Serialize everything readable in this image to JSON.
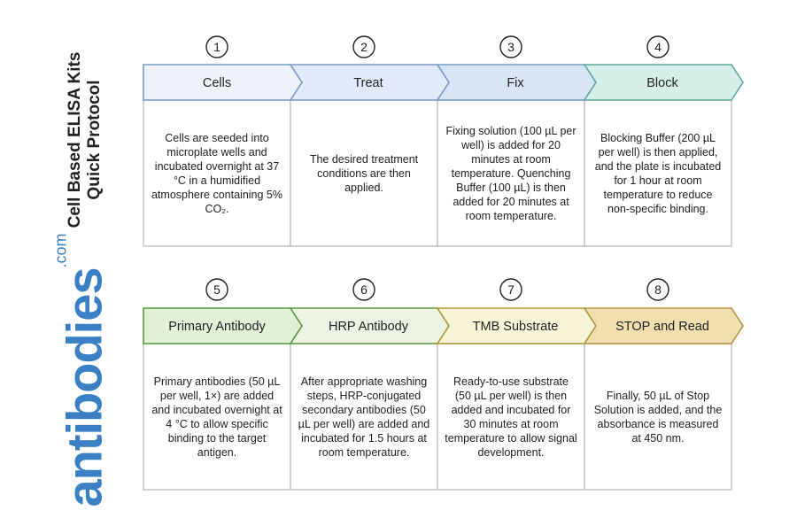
{
  "title": {
    "line1": "Cell Based ELISA Kits",
    "line2": "Quick Protocol"
  },
  "logo": {
    "name": "antibodies",
    "suffix": ".com",
    "color": "#3b7fc4"
  },
  "steps": [
    {
      "number": "1",
      "label": "Cells",
      "fill": "#eef3fa",
      "stroke": "#7a9cc6",
      "text": "Cells are seeded into microplate wells and incubated overnight at 37 °C in a humidified atmosphere containing 5% CO₂."
    },
    {
      "number": "2",
      "label": "Treat",
      "fill": "#e0eaf8",
      "stroke": "#7a9cc6",
      "text": "The desired treatment conditions are then applied."
    },
    {
      "number": "3",
      "label": "Fix",
      "fill": "#d8e5f7",
      "stroke": "#7a9cc6",
      "text": "Fixing solution (100 µL per well) is added for 20 minutes at room temperature. Quenching Buffer (100 µL) is then added for 20 minutes at room temperature."
    },
    {
      "number": "4",
      "label": "Block",
      "fill": "#d6efe9",
      "stroke": "#5fa89a",
      "text": "Blocking Buffer (200 µL per well) is then applied, and the plate is incubated for 1 hour at room temperature to reduce non-specific binding."
    },
    {
      "number": "5",
      "label": "Primary Antibody",
      "fill": "#e2f0d8",
      "stroke": "#5a9a3c",
      "text": "Primary antibodies (50 µL per well, 1×) are added and incubated overnight at 4 °C to allow specific binding to the target antigen."
    },
    {
      "number": "6",
      "label": "HRP Antibody",
      "fill": "#ebf4e2",
      "stroke": "#5a9a3c",
      "text": "After appropriate washing steps, HRP-conjugated secondary antibodies (50 µL per well) are added and incubated for 1.5 hours at room temperature."
    },
    {
      "number": "7",
      "label": "TMB Substrate",
      "fill": "#f8f4d8",
      "stroke": "#b3953c",
      "text": "Ready-to-use substrate (50 µL per well) is then added and incubated for 30 minutes at room temperature to allow signal development."
    },
    {
      "number": "8",
      "label": "STOP and Read",
      "fill": "#f0e0b0",
      "stroke": "#b3953c",
      "text": "Finally, 50 µL of Stop Solution is added, and the absorbance is measured at 450 nm."
    }
  ]
}
